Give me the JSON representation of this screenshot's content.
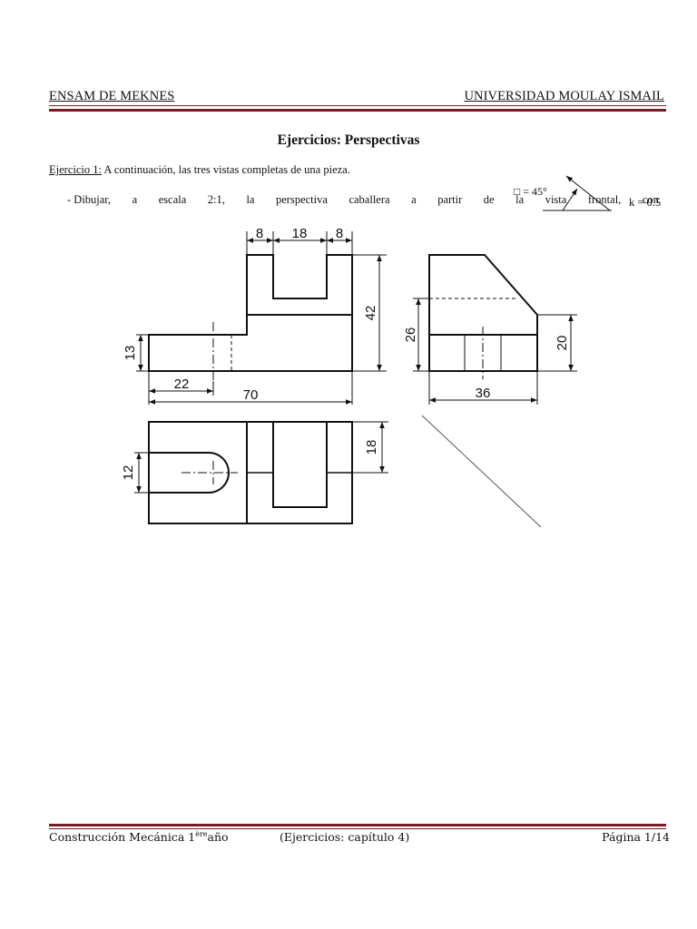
{
  "header": {
    "left": "ENSAM DE MEKNES",
    "right": "UNIVERSIDAD MOULAY ISMAIL"
  },
  "title": "Ejercicios: Perspectivas",
  "exercise": {
    "label": "Ejercicio 1:",
    "text": " A continuación, las tres vistas completas de una pieza."
  },
  "instruction": {
    "words": [
      "- Dibujar,",
      "a",
      "escala",
      "2:1,",
      "la",
      "perspectiva",
      "caballera",
      "a",
      "partir",
      "de",
      "la",
      "vista",
      "frontal,",
      "con"
    ],
    "alpha": "□ = 45°",
    "k": "k = 0.5"
  },
  "dimensions": {
    "top_a": "8",
    "top_b": "18",
    "top_c": "8",
    "height_total": "42",
    "height_base": "13",
    "offset": "22",
    "length": "70",
    "side_high": "26",
    "side_low": "20",
    "side_width": "36",
    "slot_width": "12",
    "plan_depth": "18"
  },
  "footer": {
    "left": "Construcción Mecánica 1",
    "left_sup": "ère",
    "left_tail": "año",
    "middle": "(Ejercicios: capítulo 4)",
    "right": "Página 1/14"
  },
  "colors": {
    "rule": "#7a1a22",
    "line": "#111111"
  }
}
